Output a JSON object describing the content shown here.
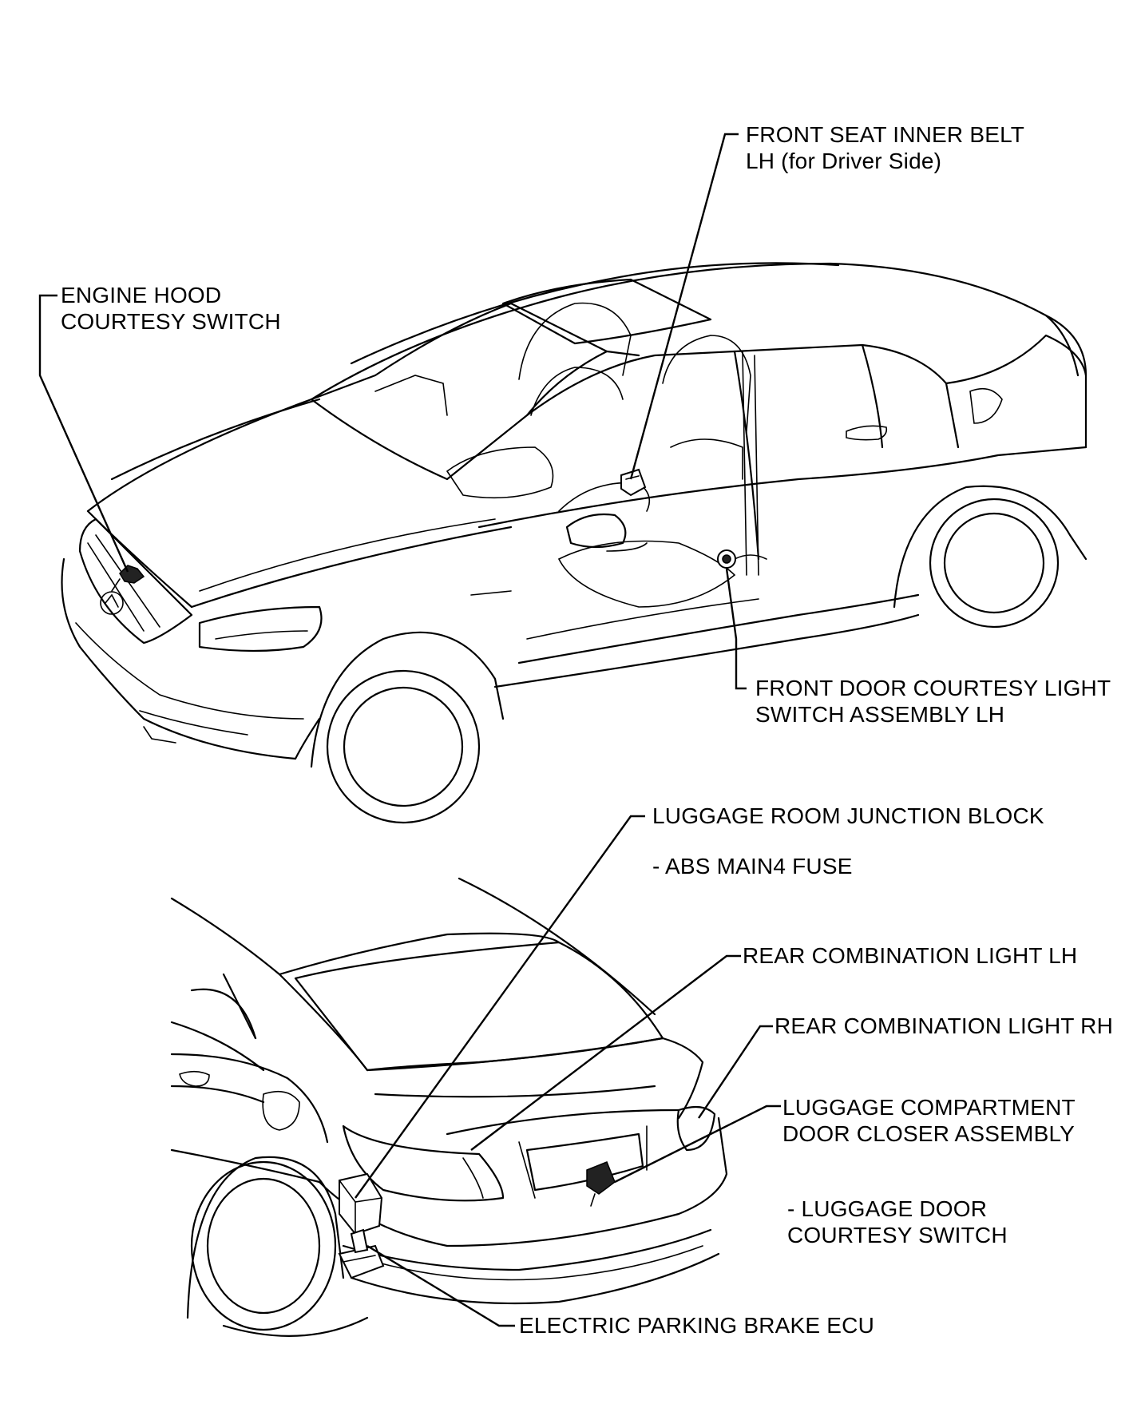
{
  "labels": {
    "front_seat_belt": [
      "FRONT SEAT INNER BELT",
      "LH (for Driver Side)"
    ],
    "engine_hood_switch": [
      "ENGINE HOOD",
      "COURTESY SWITCH"
    ],
    "front_door_switch": [
      "FRONT DOOR COURTESY LIGHT",
      "SWITCH ASSEMBLY LH"
    ],
    "luggage_junction": "LUGGAGE ROOM JUNCTION BLOCK",
    "abs_fuse": "- ABS MAIN4 FUSE",
    "rear_light_lh": "REAR COMBINATION LIGHT LH",
    "rear_light_rh": "REAR COMBINATION LIGHT RH",
    "door_closer": [
      "LUGGAGE COMPARTMENT",
      "DOOR CLOSER ASSEMBLY"
    ],
    "luggage_door_switch": [
      "- LUGGAGE DOOR",
      "COURTESY SWITCH"
    ],
    "parking_brake_ecu": "ELECTRIC PARKING BRAKE ECU"
  }
}
